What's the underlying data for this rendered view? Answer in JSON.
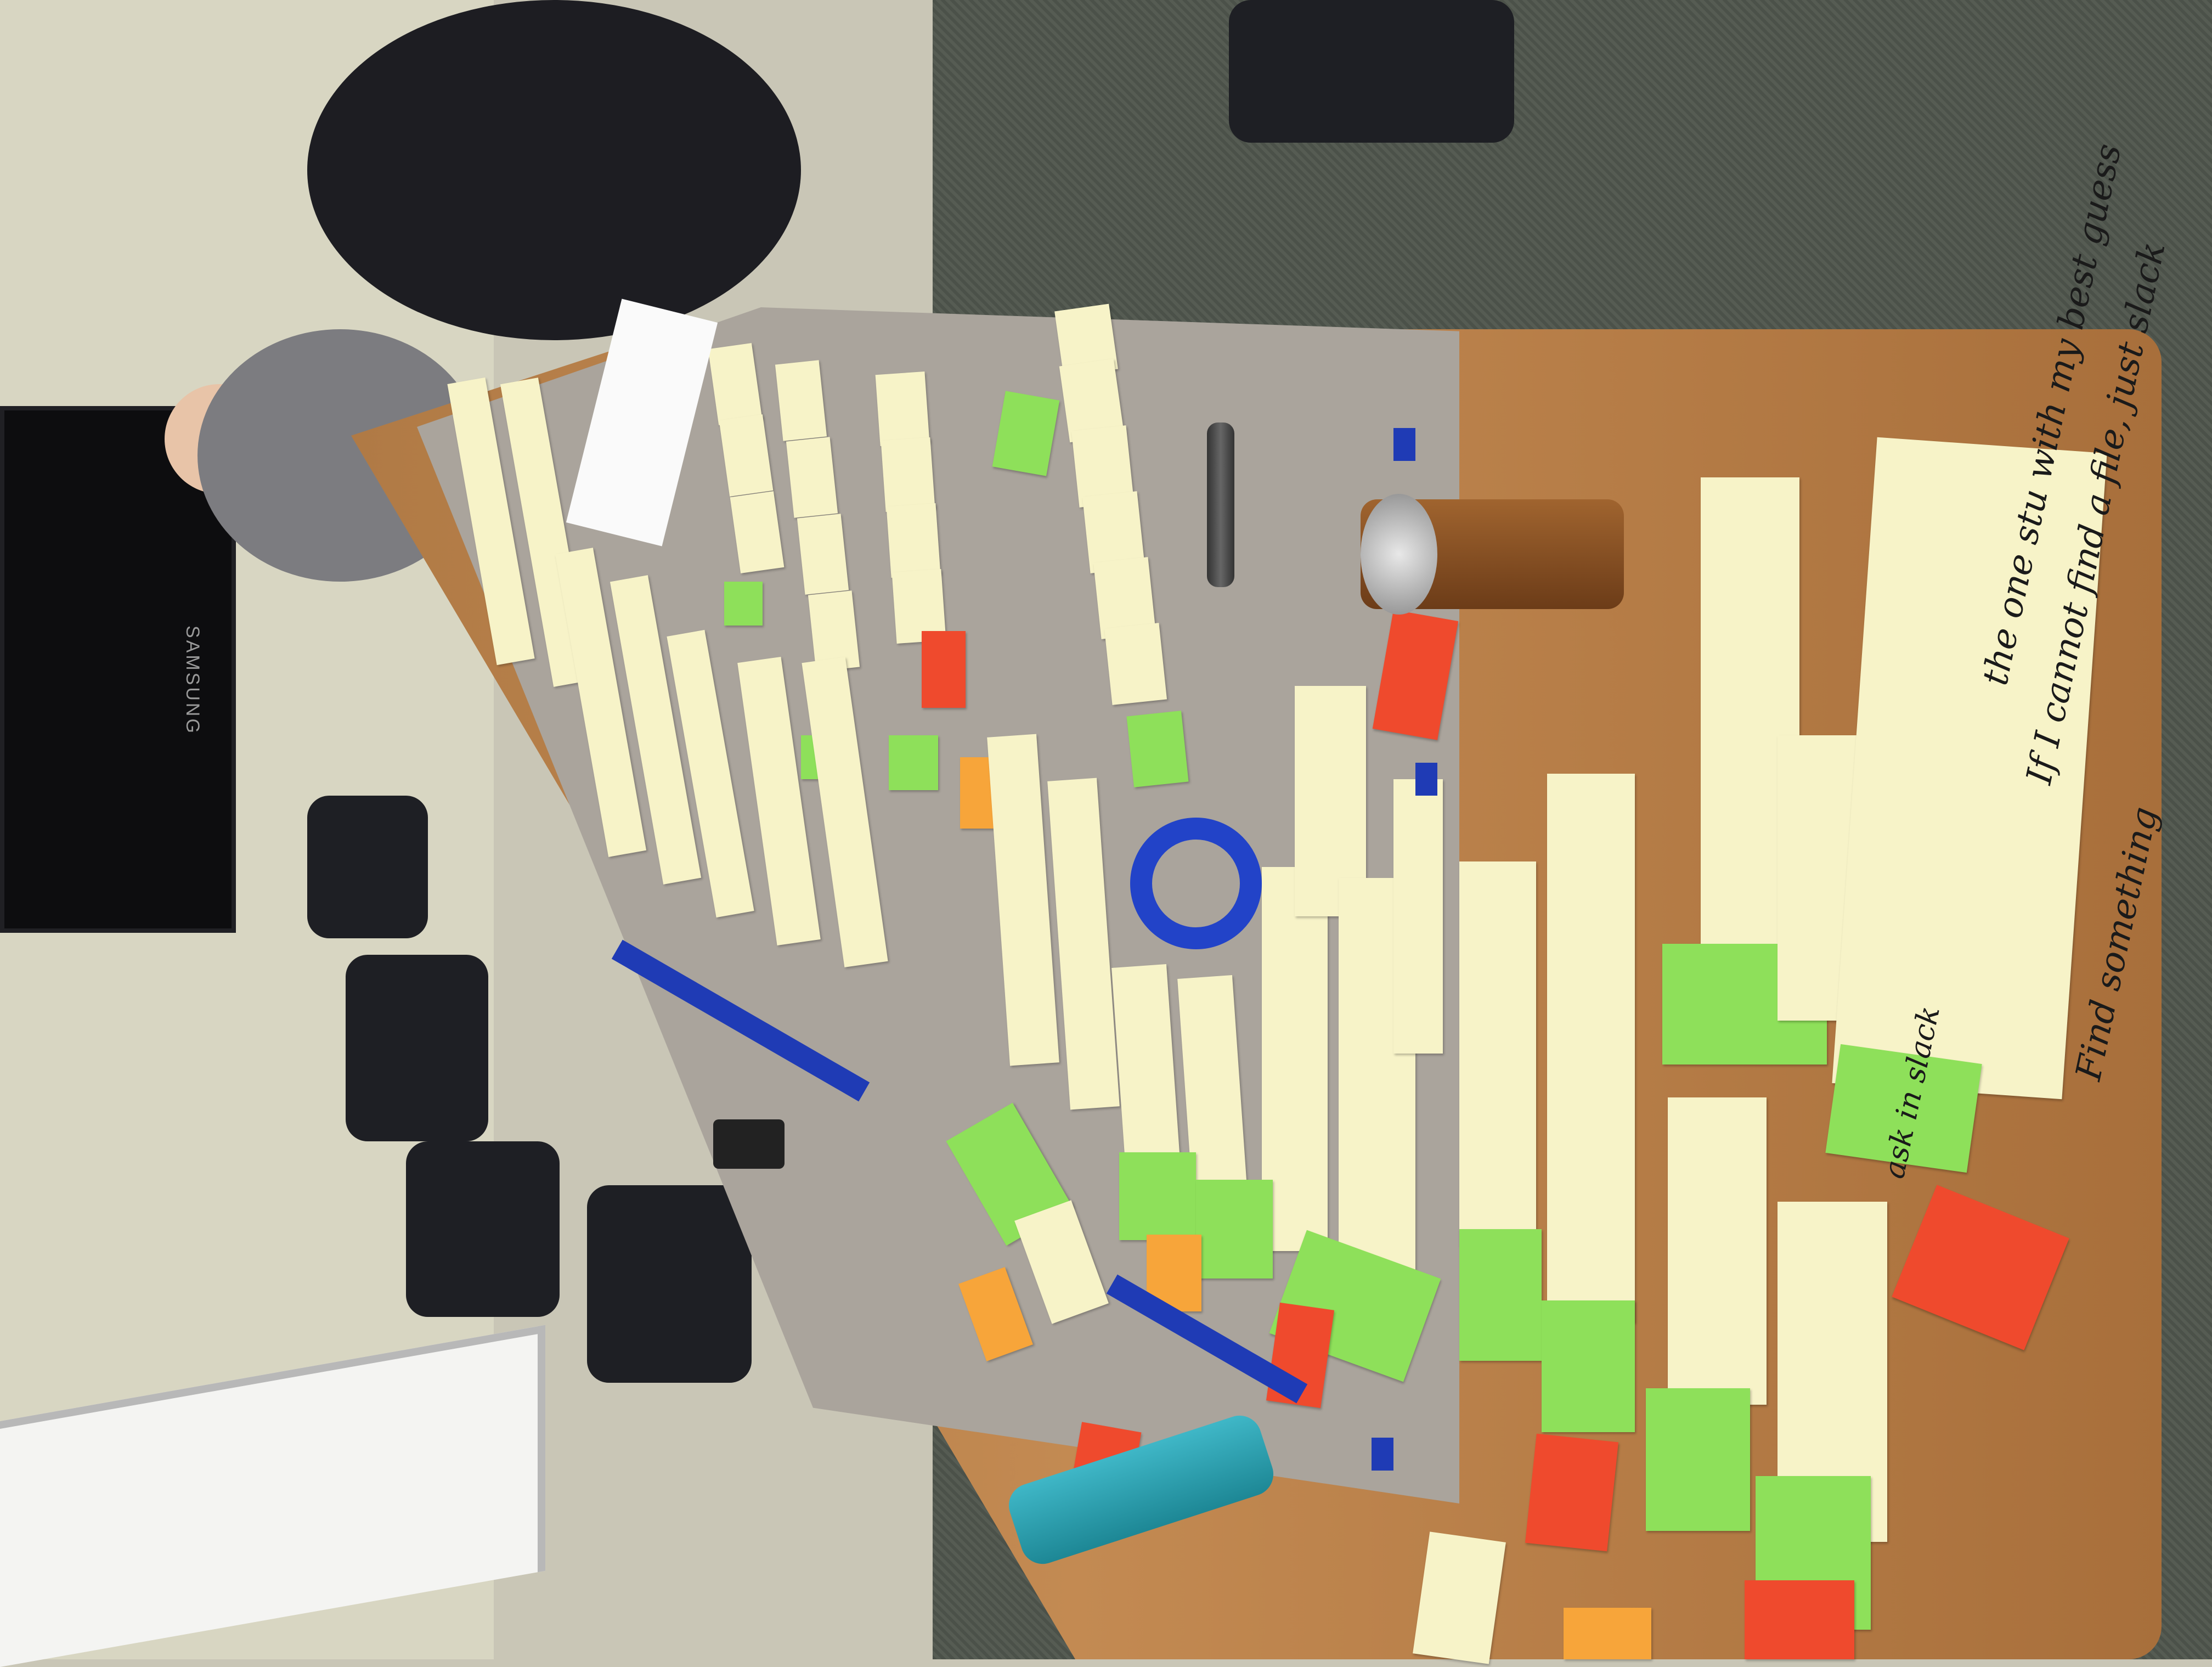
{
  "scene": {
    "tv_brand": "SAMSUNG",
    "note_phrases": [
      "Find something",
      "If I cannot find a file, just slack",
      "the one stu with my best guess",
      "ask in slack"
    ]
  },
  "colors": {
    "carpet": "#4b5149",
    "table": "#b07a45",
    "paper": "#aaa49c",
    "yellow_note": "#f7f3c8",
    "green_note": "#8ee05a",
    "red_note": "#ef4a2d",
    "blue_tape": "#1f3bb5"
  }
}
